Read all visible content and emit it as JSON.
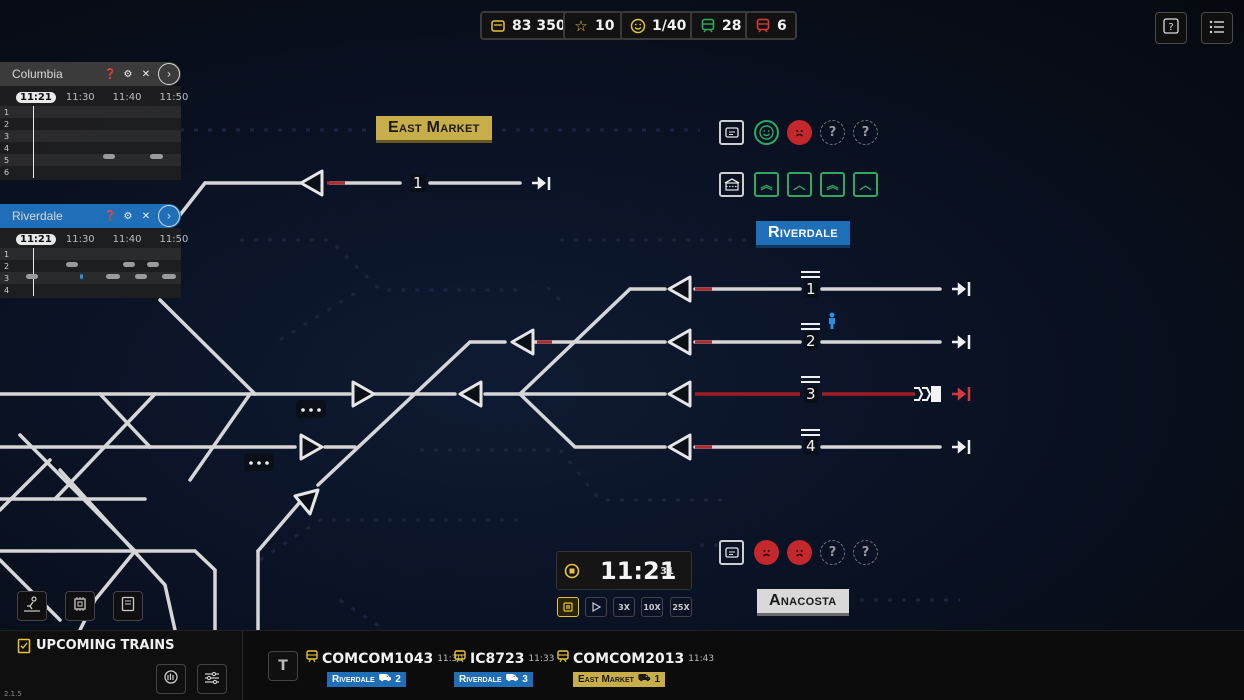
{
  "hud": {
    "money": "83 350",
    "stars": "10",
    "satisfaction": "1/40",
    "green_trains": "28",
    "red_trains": "6"
  },
  "panels": [
    {
      "station": "Columbia",
      "now": "11:21",
      "times": [
        "11:30",
        "11:40",
        "11:50"
      ],
      "tracks": [
        "1",
        "2",
        "3",
        "4",
        "5",
        "6"
      ]
    },
    {
      "station": "Riverdale",
      "now": "11:21",
      "times": [
        "11:30",
        "11:40",
        "11:50"
      ],
      "tracks": [
        "1",
        "2",
        "3",
        "4"
      ]
    }
  ],
  "stations": {
    "east_market": "East Market",
    "riverdale": "Riverdale",
    "anacosta": "Anacosta"
  },
  "track_numbers": [
    "1",
    "1",
    "2",
    "3",
    "4"
  ],
  "ratings": {
    "q": "?"
  },
  "clock": {
    "time": "11:21",
    "seconds": "31"
  },
  "speeds": [
    "3X",
    "10X",
    "25X"
  ],
  "upcoming": {
    "title": "UPCOMING TRAINS",
    "filter_label": "T",
    "trains": [
      {
        "id": "COMCOM1043",
        "time": "11:30",
        "dest": "Riverdale",
        "track": "2",
        "color": "#1f6fb8"
      },
      {
        "id": "IC8723",
        "time": "11:33",
        "dest": "Riverdale",
        "track": "3",
        "color": "#1f6fb8"
      },
      {
        "id": "COMCOM2013",
        "time": "11:43",
        "dest": "East Market",
        "track": "1",
        "color": "#c8ae49"
      }
    ]
  },
  "version": "2.1.5",
  "colors": {
    "accent_yellow": "#e8c338",
    "riverdale_blue": "#1f6fb8",
    "east_market_gold": "#c8ae49",
    "ok_green": "#2fa860",
    "bad_red": "#c4282d"
  }
}
